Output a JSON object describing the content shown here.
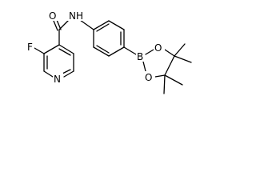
{
  "molecule": {
    "atoms": {
      "o_carbonyl": "O",
      "n_amide": "N",
      "h_amide": "H",
      "f": "F",
      "n_pyridine": "N",
      "boron": "B",
      "o_ring_top": "O",
      "o_ring_bottom": "O"
    }
  },
  "colors": {
    "bond": "#000000",
    "text": "#000000",
    "background": "#ffffff"
  }
}
